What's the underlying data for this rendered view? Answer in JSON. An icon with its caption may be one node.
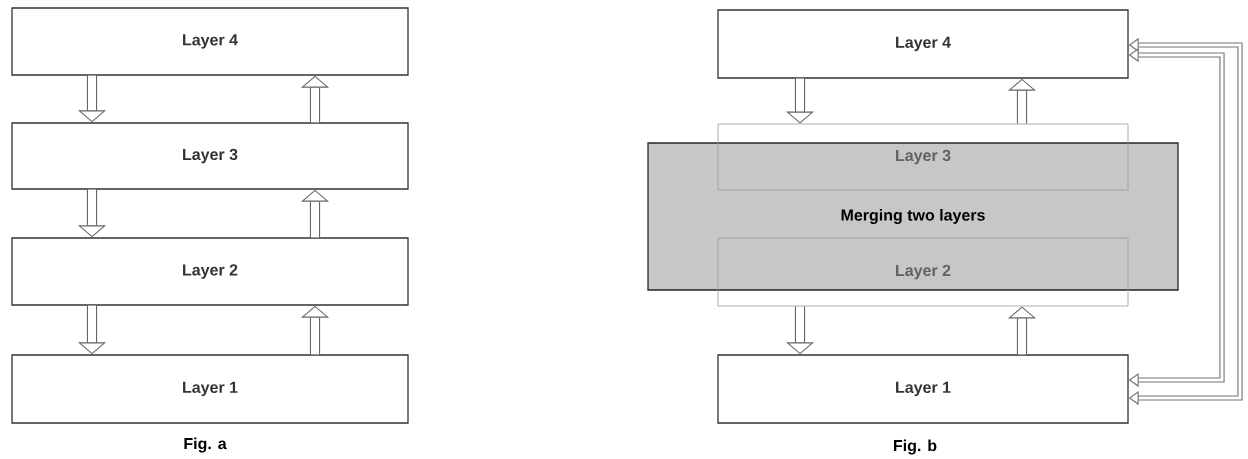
{
  "diagram": {
    "nodes": [
      {
        "text": [
          "Layer 4"
        ]
      },
      {
        "text": [
          "Layer 3"
        ]
      },
      {
        "text": [
          "Layer 2"
        ]
      },
      {
        "text": [
          "Layer 1"
        ]
      },
      {
        "text": [
          "Layer 4"
        ]
      },
      {
        "text": [
          "Merging two layers"
        ]
      },
      {
        "text": [
          "Layer 3"
        ]
      },
      {
        "text": [
          "Layer 2"
        ]
      },
      {
        "text": [
          "Layer 1"
        ]
      }
    ],
    "edges": [
      {
        "from": 0,
        "to": 1,
        "arrow": "to"
      },
      {
        "from": 1,
        "to": 0,
        "arrow": "to"
      },
      {
        "from": 1,
        "to": 2,
        "arrow": "to"
      },
      {
        "from": 2,
        "to": 1,
        "arrow": "to"
      },
      {
        "from": 2,
        "to": 3,
        "arrow": "to"
      },
      {
        "from": 3,
        "to": 2,
        "arrow": "to"
      },
      {
        "from": 4,
        "to": 6,
        "arrow": "to"
      },
      {
        "from": 6,
        "to": 4,
        "arrow": "to"
      },
      {
        "from": 7,
        "to": 8,
        "arrow": "to"
      },
      {
        "from": 8,
        "to": 7,
        "arrow": "to"
      },
      {
        "from": 4,
        "to": 8,
        "arrow": "both"
      },
      {
        "from": 4,
        "to": 8,
        "arrow": "both"
      }
    ],
    "labels": [
      "Fig. a",
      "Fig. b"
    ]
  }
}
